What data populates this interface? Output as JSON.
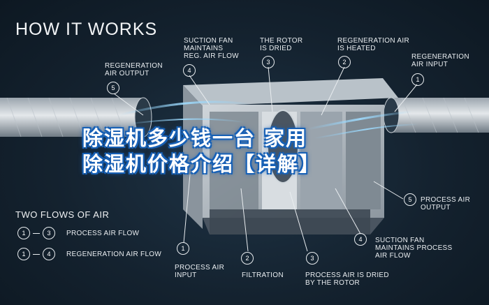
{
  "header": {
    "title": "HOW IT WORKS"
  },
  "callouts": [
    {
      "num": "5",
      "text": "REGENERATION\nAIR OUTPUT"
    },
    {
      "num": "4",
      "text": "SUCTION FAN\nMAINTAINS\nREG. AIR FLOW"
    },
    {
      "num": "3",
      "text": "THE ROTOR\nIS DRIED"
    },
    {
      "num": "2",
      "text": "REGENERATION AIR\nIS HEATED"
    },
    {
      "num": "1",
      "text": "REGENERATION\nAIR INPUT"
    },
    {
      "num": "5",
      "text": "PROCESS AIR\nOUTPUT"
    },
    {
      "num": "4",
      "text": "SUCTION FAN\nMAINTAINS PROCESS\nAIR FLOW"
    },
    {
      "num": "1",
      "text": "PROCESS AIR\nINPUT"
    },
    {
      "num": "2",
      "text": "FILTRATION"
    },
    {
      "num": "3",
      "text": "PROCESS AIR IS DRIED\nBY THE ROTOR"
    }
  ],
  "legend": {
    "title": "TWO FLOWS OF AIR",
    "rows": [
      {
        "from": "1",
        "to": "3",
        "label": "PROCESS AIR FLOW"
      },
      {
        "from": "1",
        "to": "4",
        "label": "REGENERATION AIR FLOW"
      }
    ]
  },
  "overlay": {
    "line1": "除湿机多少钱一台 家用",
    "line2": "除湿机价格介绍【详解】"
  }
}
